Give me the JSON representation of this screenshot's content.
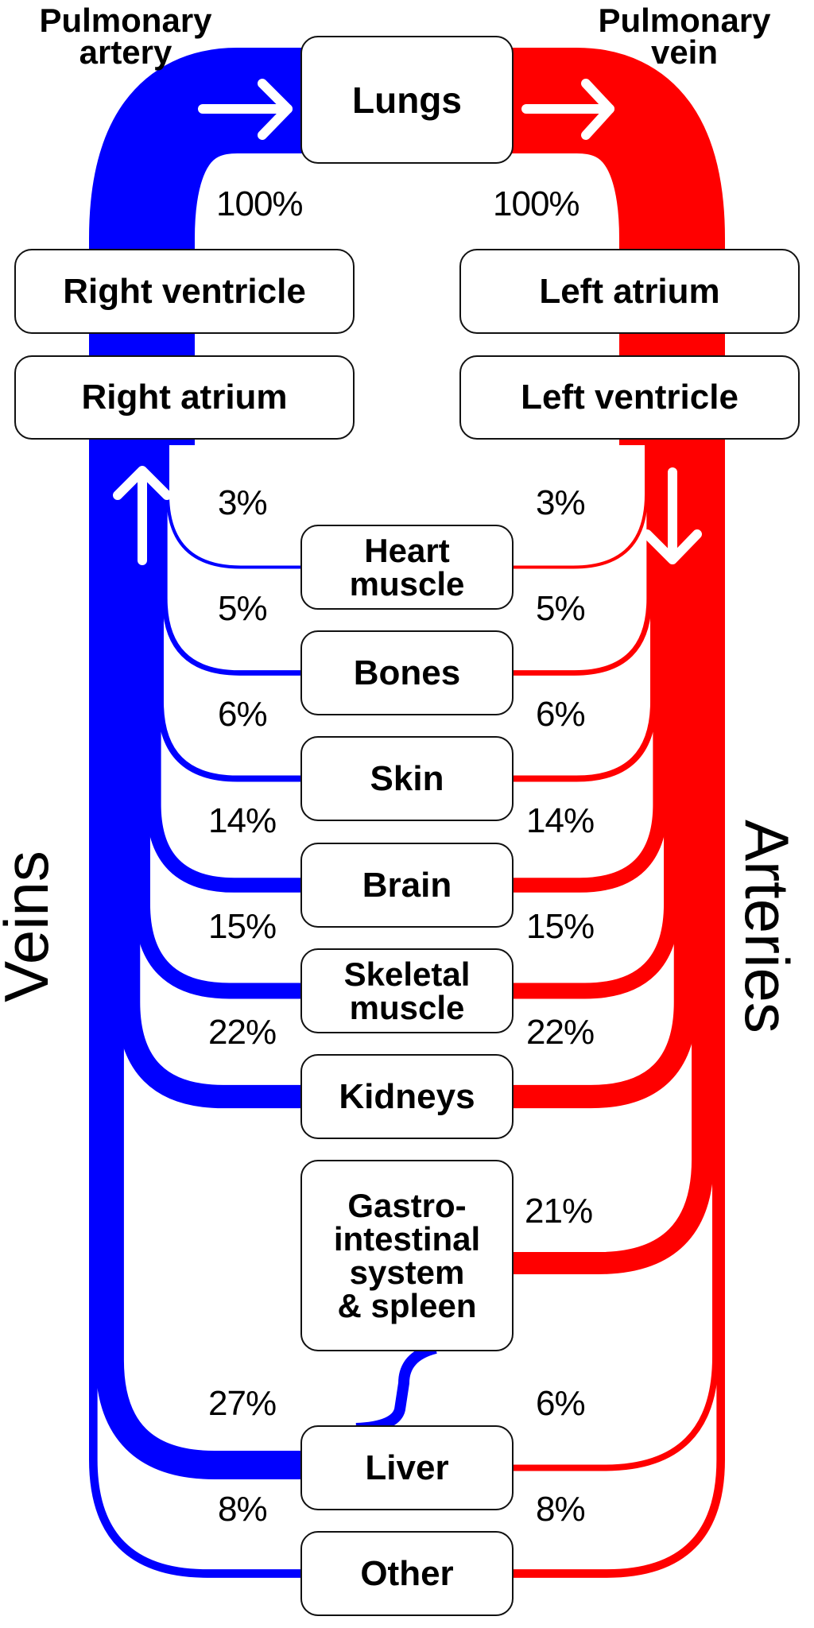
{
  "colors": {
    "veins": "#0000ff",
    "arteries": "#ff0000",
    "box_border": "#111111",
    "arrow": "#ffffff"
  },
  "labels": {
    "pulmonary_artery": "Pulmonary\nartery",
    "pulmonary_vein": "Pulmonary\nvein",
    "veins": "Veins",
    "arteries": "Arteries"
  },
  "boxes": {
    "lungs": "Lungs",
    "right_ventricle": "Right ventricle",
    "right_atrium": "Right atrium",
    "left_atrium": "Left atrium",
    "left_ventricle": "Left ventricle"
  },
  "pulmonary_flow": {
    "vein_side_percent": "100%",
    "artery_side_percent": "100%",
    "value": 100
  },
  "arrows": {
    "pulmonary_artery": "right-arrow-icon",
    "pulmonary_vein": "right-arrow-icon",
    "veins": "up-arrow-icon",
    "arteries": "down-arrow-icon"
  },
  "organs": [
    {
      "id": "heart-muscle",
      "name": "Heart\nmuscle",
      "arterial": 3,
      "venous": 3,
      "arterial_label": "3%",
      "venous_label": "3%"
    },
    {
      "id": "bones",
      "name": "Bones",
      "arterial": 5,
      "venous": 5,
      "arterial_label": "5%",
      "venous_label": "5%"
    },
    {
      "id": "skin",
      "name": "Skin",
      "arterial": 6,
      "venous": 6,
      "arterial_label": "6%",
      "venous_label": "6%"
    },
    {
      "id": "brain",
      "name": "Brain",
      "arterial": 14,
      "venous": 14,
      "arterial_label": "14%",
      "venous_label": "14%"
    },
    {
      "id": "skeletal-muscle",
      "name": "Skeletal\nmuscle",
      "arterial": 15,
      "venous": 15,
      "arterial_label": "15%",
      "venous_label": "15%"
    },
    {
      "id": "kidneys",
      "name": "Kidneys",
      "arterial": 22,
      "venous": 22,
      "arterial_label": "22%",
      "venous_label": "22%"
    },
    {
      "id": "gastrointestinal",
      "name": "Gastro-\nintestinal\nsystem\n& spleen",
      "arterial": 21,
      "venous": null,
      "arterial_label": "21%",
      "venous_label": null,
      "drains_to": "liver"
    },
    {
      "id": "liver",
      "name": "Liver",
      "arterial": 6,
      "venous": 27,
      "arterial_label": "6%",
      "venous_label": "27%"
    },
    {
      "id": "other",
      "name": "Other",
      "arterial": 8,
      "venous": 8,
      "arterial_label": "8%",
      "venous_label": "8%"
    }
  ]
}
